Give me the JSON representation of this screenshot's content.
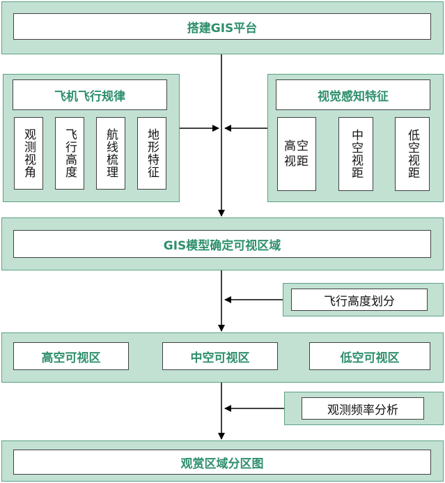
{
  "colors": {
    "band_fill": "#c2e1d3",
    "band_border": "#5aa084",
    "title_text": "#2e8f6c",
    "arrow": "#000000"
  },
  "top": {
    "title": "搭建GIS平台"
  },
  "left_group": {
    "title": "飞机飞行规律",
    "items": [
      "观测视角",
      "飞行高度",
      "航线梳理",
      "地形特征"
    ]
  },
  "right_group": {
    "title": "视觉感知特征",
    "items": [
      "高空视距",
      "中空视距",
      "低空视距"
    ]
  },
  "gis_model": {
    "title": "GIS模型确定可视区域"
  },
  "side_input_1": {
    "label": "飞行高度划分"
  },
  "zones": {
    "items": [
      "高空可视区",
      "中空可视区",
      "低空可视区"
    ]
  },
  "side_input_2": {
    "label": "观测频率分析"
  },
  "bottom": {
    "title": "观赏区域分区图"
  }
}
